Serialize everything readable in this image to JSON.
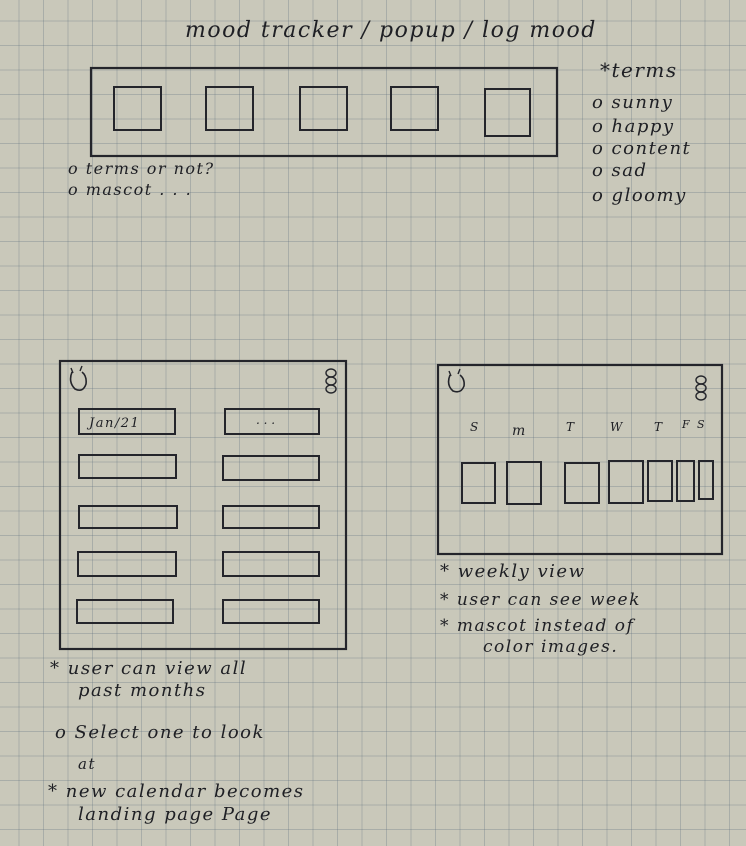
{
  "title": "mood tracker / popup / log mood",
  "popup": {
    "box_count": 5,
    "notes": [
      "o terms or not?",
      "o mascot . . ."
    ]
  },
  "terms": {
    "heading": "*terms",
    "items": [
      "o sunny",
      "o happy",
      "o content",
      "o sad",
      "o gloomy"
    ]
  },
  "monthly": {
    "first_cell": "Jan/21",
    "second_cell": ". . .",
    "rows": 5,
    "notes": [
      "* user can view all",
      "past months",
      "o Select one to look",
      "at",
      "* new calendar becomes",
      "landing page Page"
    ]
  },
  "weekly": {
    "days": [
      "S",
      "m",
      "T",
      "W",
      "T",
      "F",
      "S"
    ],
    "notes": [
      "* weekly view",
      "* user can see week",
      "* mascot instead of",
      "color images."
    ]
  },
  "colors": {
    "paper": "#c9c8ba",
    "ink": "#1e1f24",
    "grid": "#5f6e7d"
  }
}
